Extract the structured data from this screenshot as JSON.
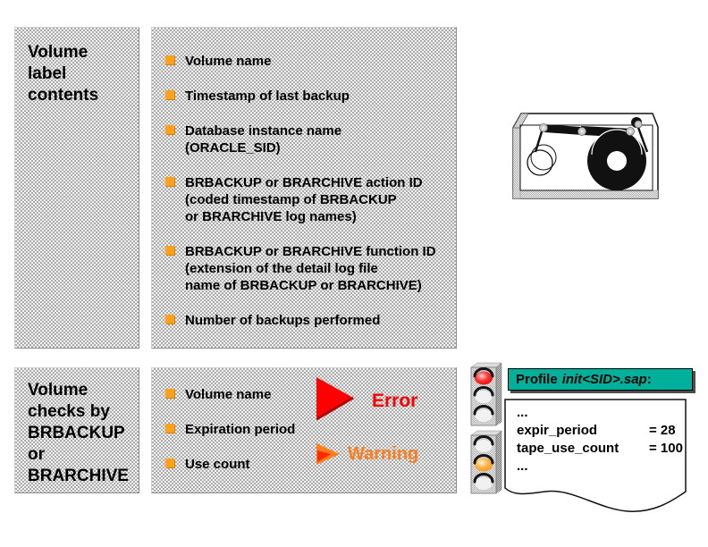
{
  "colors": {
    "accent_teal": "#00b09a",
    "bullet_orange": "#ffa11c",
    "error_red": "#ff0000",
    "warning_orange": "#ff7d1a",
    "lit_red": "#ff3333",
    "lit_amber": "#ffb347"
  },
  "volume_label_box": {
    "title": "Volume\nlabel\ncontents"
  },
  "volume_label_items": [
    "Volume name",
    "Timestamp of last backup",
    "Database instance name\n(ORACLE_SID)",
    "BRBACKUP or BRARCHIVE action ID\n(coded timestamp of BRBACKUP\nor BRARCHIVE log names)",
    "BRBACKUP or BRARCHIVE function ID\n(extension of the detail log file\nname of BRBACKUP or BRARCHIVE)",
    "Number of backups performed"
  ],
  "volume_checks_box": {
    "title": "Volume\nchecks by\nBRBACKUP\nor\nBRARCHIVE"
  },
  "volume_check_items": [
    "Volume name",
    "Expiration period",
    "Use count"
  ],
  "status": {
    "error_label": "Error",
    "warning_label": "Warning"
  },
  "profile": {
    "label": "Profile",
    "file": "init<SID>.sap",
    "colon": ":",
    "lines": [
      {
        "label": "...",
        "value": ""
      },
      {
        "label": "expir_period",
        "value": "= 28"
      },
      {
        "label": "tape_use_count",
        "value": "= 100"
      },
      {
        "label": "...",
        "value": ""
      }
    ]
  }
}
